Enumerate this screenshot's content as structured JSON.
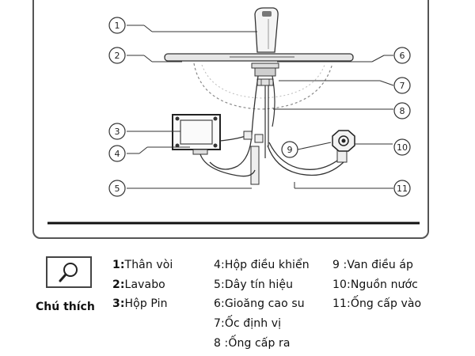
{
  "callouts": [
    "1",
    "2",
    "3",
    "4",
    "5",
    "6",
    "7",
    "8",
    "9",
    "10",
    "11"
  ],
  "legend": {
    "title": "Chú thích",
    "icon": "magnifier-icon",
    "items": [
      {
        "num": "1:",
        "label": "Thân vòi"
      },
      {
        "num": "2:",
        "label": "Lavabo"
      },
      {
        "num": "3:",
        "label": "Hộp Pin"
      },
      {
        "num": "4:",
        "label": "Hộp điều khiển"
      },
      {
        "num": "5:",
        "label": "Dây tín hiệu"
      },
      {
        "num": "6:",
        "label": "Gioăng cao su"
      },
      {
        "num": "7:",
        "label": "Ốc định vị"
      },
      {
        "num": "8 :",
        "label": "Ống cấp ra"
      },
      {
        "num": "9 :",
        "label": "Van điều áp"
      },
      {
        "num": "10:",
        "label": "Nguồn nước"
      },
      {
        "num": "11:",
        "label": "Ống cấp vào"
      }
    ]
  }
}
